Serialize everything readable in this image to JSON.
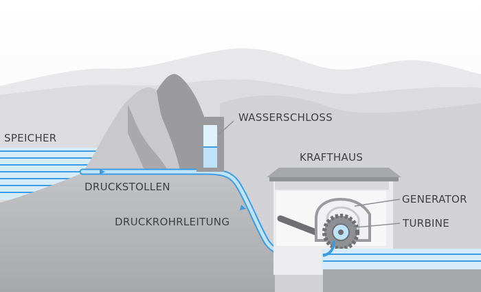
{
  "labels": {
    "speicher": "SPEICHER",
    "druckstollen": "DRUCKSTOLLEN",
    "druckrohrleitung": "DRUCKROHRLEITUNG",
    "wasserschloss": "WASSERSCHLOSS",
    "krafthaus": "KRAFTHAUS",
    "generator": "GENERATOR",
    "turbine": "TURBINE"
  },
  "colors": {
    "water": "#3d9be0",
    "water_fill": "#d6ecfa",
    "pipe_fill": "#bfe3fa",
    "mountain_light": "#c9c9cb",
    "mountain_dark": "#9b9b9f",
    "ground": "#b4b5b8",
    "text": "#3f3f3f"
  }
}
